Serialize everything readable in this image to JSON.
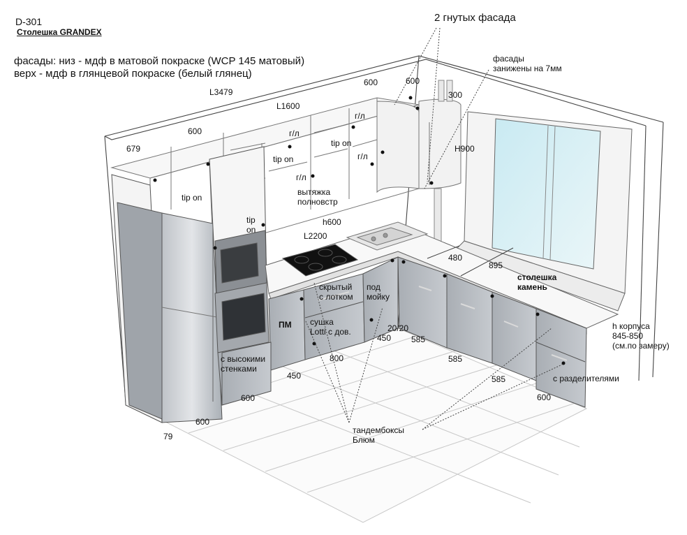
{
  "header": {
    "code": "D-301",
    "countertop": "Столешка GRANDEX",
    "materials_line1": "фасады: низ - мдф в матовой покраске (WCP 145 матовый)",
    "materials_line2": "верх - мдф в глянцевой покраске (белый глянец)"
  },
  "notes": {
    "bent_facades": "2 гнутых фасада",
    "facades_lowered": "фасады\nзанижены на 7мм",
    "hood": "вытяжка\nполновстр",
    "hidden_tray": "скрытый\nс лотком",
    "under_sink": "под\nмойку",
    "drying": "сушка\nLotti с дов.",
    "high_walls": "с высокими\nстенками",
    "dishwasher": "ПМ",
    "tandembox": "тандембоксы\nБлюм",
    "dividers": "с разделителями",
    "stone_top": "столешка\nкамень",
    "body_height": "h корпуса\n845-850\n(см.по замеру)"
  },
  "upper_labels": {
    "gl_1": "г/л",
    "gl_2": "г/л",
    "gl_3": "г/л",
    "gl_4": "г/л",
    "tipon_1": "tip on",
    "tipon_2": "tip on",
    "tipon_3": "tip on",
    "tipon_4": "tip\non"
  },
  "dimensions": {
    "total_length": "L3479",
    "upper_length": "L1600",
    "top_600_a": "600",
    "top_600_b": "600",
    "top_600_c": "600",
    "top_679": "679",
    "top_300": "300",
    "h900": "H900",
    "h600": "h600",
    "l2200": "L2200",
    "d480": "480",
    "d895": "895",
    "d450_a": "450",
    "d450_b": "450",
    "d585_a": "585",
    "d585_b": "585",
    "d585_c": "585",
    "d800": "800",
    "d20_20": "20/20",
    "d600_a": "600",
    "d600_b": "600",
    "d600_c": "600",
    "d79": "79"
  }
}
